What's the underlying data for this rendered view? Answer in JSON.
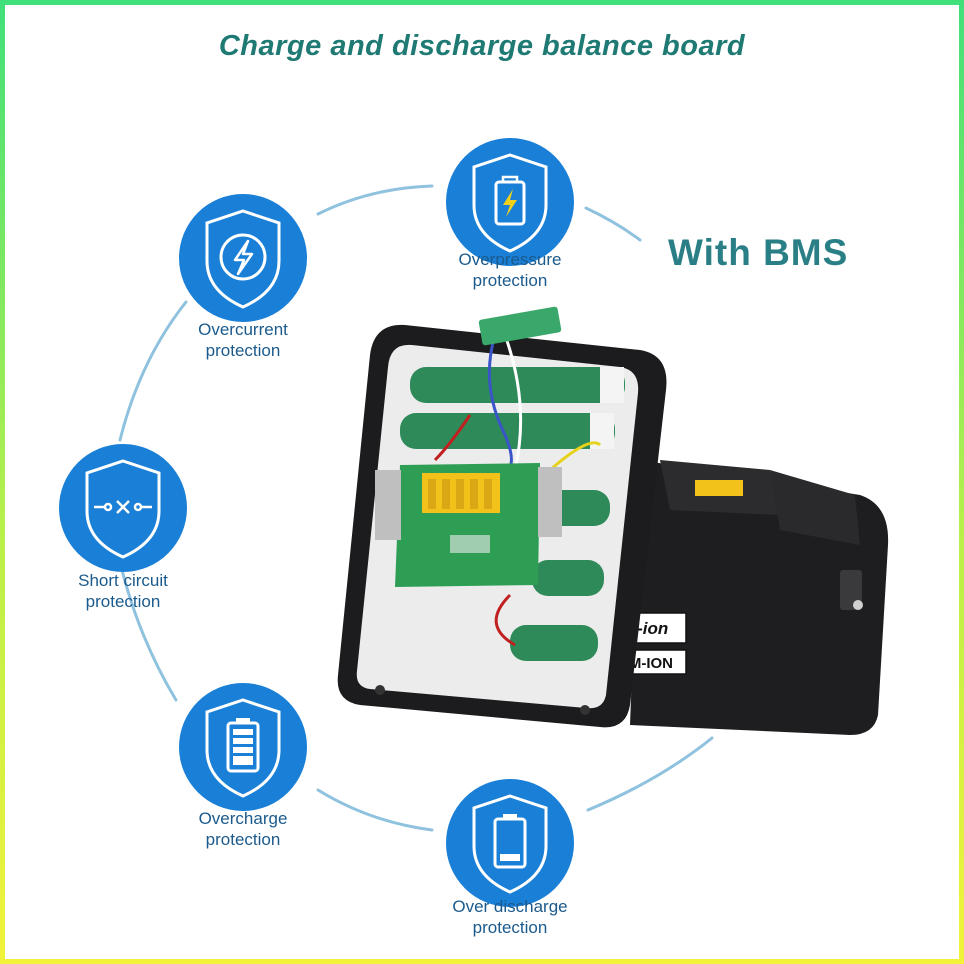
{
  "title": "Charge and discharge balance board",
  "badge_text": "With BMS",
  "colors": {
    "accent": "#1f7a74",
    "badge_blue": "#1a7fd6",
    "label": "#1b5a8c"
  },
  "features": [
    {
      "icon": "battery-bolt-icon",
      "line1": "Overpressure",
      "line2": "protection"
    },
    {
      "icon": "lightning-icon",
      "line1": "Overcurrent",
      "line2": "protection"
    },
    {
      "icon": "open-circuit-icon",
      "line1": "Short circuit",
      "line2": "protection"
    },
    {
      "icon": "battery-full-icon",
      "line1": "Overcharge",
      "line2": "protection"
    },
    {
      "icon": "battery-empty-icon",
      "line1": "Over discharge",
      "line2": "protection"
    }
  ],
  "battery_label_1": "Li-ion",
  "battery_label_2": "UM-ION"
}
